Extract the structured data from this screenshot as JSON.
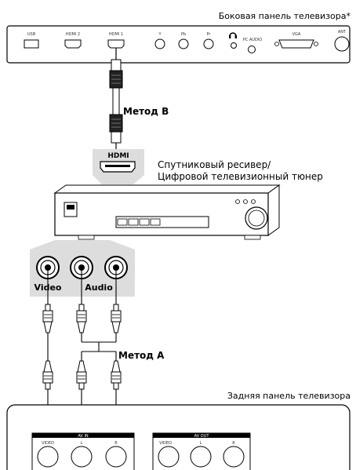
{
  "titles": {
    "tv_side_panel": "Боковая панель телевизора*",
    "tv_rear_panel": "Задняя панель телевизора",
    "receiver_line1": "Спутниковый ресивер/",
    "receiver_line2": "Цифровой телевизионный тюнер"
  },
  "methods": {
    "method_b": "Метод B",
    "method_a": "Метод A"
  },
  "side_ports": {
    "usb": "USB",
    "hdmi2": "HDMI 2",
    "hdmi1": "HDMI 1",
    "y": "Y",
    "pb": "Pb",
    "pr": "Pr",
    "pc_audio": "PC AUDIO",
    "vga": "VGA",
    "ant": "ANT"
  },
  "receiver_ports": {
    "hdmi": "HDMI",
    "video": "Video",
    "audio": "Audio"
  },
  "rear_ports": {
    "av_in": "AV IN",
    "av_out": "AV OUT",
    "video": "VIDEO",
    "l": "L",
    "r": "R"
  }
}
